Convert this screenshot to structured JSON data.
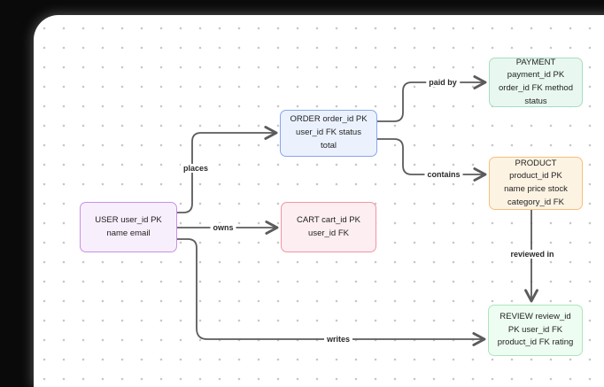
{
  "diagram": {
    "kind": "entity-relationship-flow",
    "colors": {
      "backdrop": "#0a0a0a",
      "canvas": "#ffffff",
      "grid_dot": "#c7c7c7",
      "edge": "#5b5b5b"
    },
    "nodes": [
      {
        "id": "user",
        "label": "USER user_id PK name email",
        "bg": "#f8effc",
        "border": "#c98fe9"
      },
      {
        "id": "order",
        "label": "ORDER order_id PK user_id FK status total",
        "bg": "#ebf2fe",
        "border": "#8aa5eb"
      },
      {
        "id": "cart",
        "label": "CART cart_id PK user_id FK",
        "bg": "#fdeef1",
        "border": "#f295a3"
      },
      {
        "id": "payment",
        "label": "PAYMENT payment_id PK order_id FK method status",
        "bg": "#e8f8f0",
        "border": "#a7ddc3"
      },
      {
        "id": "product",
        "label": "PRODUCT product_id PK name price stock category_id FK",
        "bg": "#fdf3e3",
        "border": "#f5c07b"
      },
      {
        "id": "review",
        "label": "REVIEW review_id PK user_id FK product_id FK rating",
        "bg": "#eefdf2",
        "border": "#ace5bb"
      }
    ],
    "edges": [
      {
        "from": "user",
        "to": "order",
        "label": "places"
      },
      {
        "from": "user",
        "to": "cart",
        "label": "owns"
      },
      {
        "from": "order",
        "to": "payment",
        "label": "paid by"
      },
      {
        "from": "order",
        "to": "product",
        "label": "contains"
      },
      {
        "from": "product",
        "to": "review",
        "label": "reviewed in"
      },
      {
        "from": "user",
        "to": "review",
        "label": "writes"
      }
    ]
  }
}
